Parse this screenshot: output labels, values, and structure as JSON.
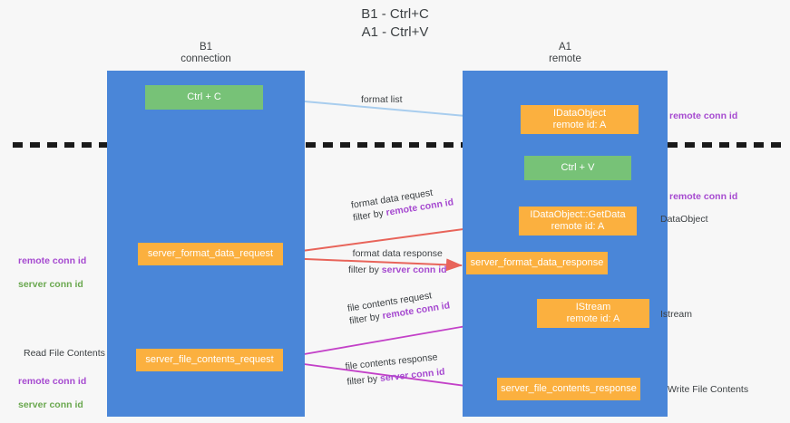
{
  "title": "B1 - Ctrl+C\nA1 - Ctrl+V",
  "lanes": [
    {
      "name": "b1",
      "header": "B1\nconnection"
    },
    {
      "name": "a1",
      "header": "A1\nremote"
    }
  ],
  "nodes": {
    "ctrl_c": "Ctrl + C",
    "idataobject": "IDataObject\nremote id: A",
    "ctrl_v": "Ctrl + V",
    "getdata": "IDataObject::GetData\nremote id: A",
    "server_format_data_request": "server_format_data_request",
    "server_format_data_response": "server_format_data_response",
    "istream": "IStream\nremote id: A",
    "server_file_contents_request": "server_file_contents_request",
    "server_file_contents_response": "server_file_contents_response"
  },
  "edges": {
    "format_list": {
      "label": "format list",
      "filter": ""
    },
    "format_data_request": {
      "label": "format data request",
      "filter_prefix": "filter by ",
      "filter_key": "remote conn id"
    },
    "format_data_response": {
      "label": "format data response",
      "filter_prefix": "filter by ",
      "filter_key": "server conn id"
    },
    "file_contents_request": {
      "label": "file contents request",
      "filter_prefix": "filter by ",
      "filter_key": "remote conn id"
    },
    "file_contents_response": {
      "label": "file contents response",
      "filter_prefix": "filter by ",
      "filter_key": "server conn id"
    }
  },
  "annotations": {
    "remote_conn_id_top": "remote conn id",
    "remote_conn_id_mid": "remote conn id",
    "dataobject": "DataObject",
    "istream": "Istream",
    "write_file_contents": "Write File Contents",
    "read_file_contents": "Read File Contents",
    "left_conn_mid": "remote conn id\nserver conn id",
    "left_conn_bottom": "remote conn id\nserver conn id",
    "remote_conn_id": "remote conn id",
    "server_conn_id": "server conn id"
  },
  "colors": {
    "lane": "#4a86d8",
    "green_node": "#77c277",
    "orange_node": "#fbb03f",
    "purple_text": "#a64ad0",
    "green_text": "#6aa84f",
    "arrow_light_blue": "#a8cdee",
    "arrow_red": "#e8645a",
    "arrow_magenta": "#c341c8",
    "arrow_black": "#000000",
    "divider": "#1a1a1a",
    "background": "#f7f7f7"
  }
}
